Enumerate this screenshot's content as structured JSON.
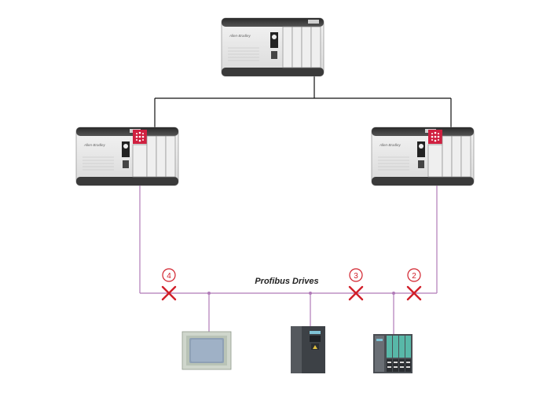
{
  "diagram": {
    "bus_label": "Profibus Drives",
    "brand": "Allen-Bradley",
    "fault_markers": [
      {
        "number": "4"
      },
      {
        "number": "3"
      },
      {
        "number": "2"
      }
    ],
    "colors": {
      "ethernet_line": "#111111",
      "profibus_line": "#b07ab8",
      "fault": "#d11f2a",
      "chassis_dark": "#3a3a3a",
      "chassis_light": "#e6e6e6"
    },
    "devices": {
      "top_plc": "controllogix-chassis",
      "left_plc": "controllogix-chassis-with-profibus-module",
      "right_plc": "controllogix-chassis-with-profibus-module",
      "hmi": "hmi-panel",
      "drive": "variable-frequency-drive",
      "io": "distributed-io-rack"
    }
  }
}
